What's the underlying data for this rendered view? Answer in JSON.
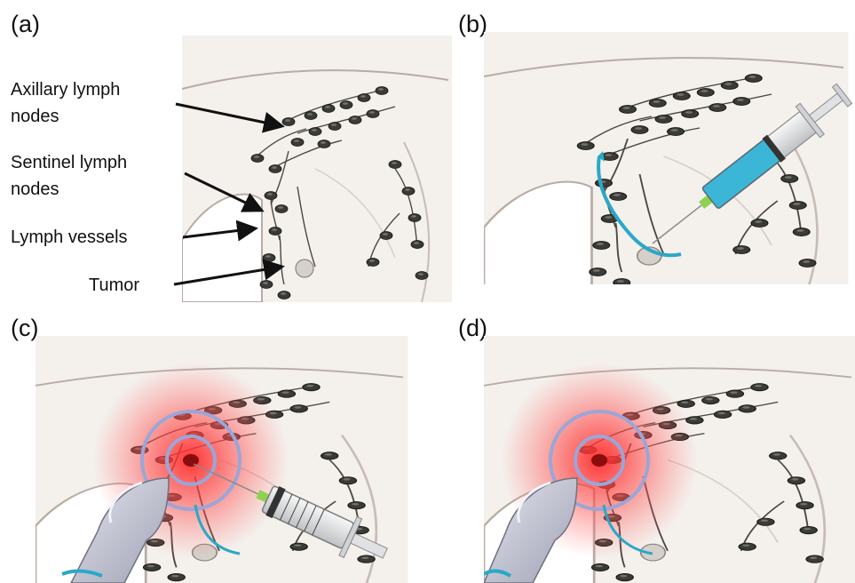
{
  "panels": [
    {
      "letter": "(a)"
    },
    {
      "letter": "(b)"
    },
    {
      "letter": "(c)"
    },
    {
      "letter": "(d)"
    }
  ],
  "labels": {
    "axillary_line1": "Axillary lymph",
    "axillary_line2": "nodes",
    "sentinel_line1": "Sentinel lymph",
    "sentinel_line2": "nodes",
    "vessels": "Lymph vessels",
    "tumor": "Tumor"
  },
  "colors": {
    "skin": "#f4f0ec",
    "outline": "#b8aca4",
    "node": "#3a3a36",
    "tracer": "#2aa8c8",
    "glow": "#ff3b3b",
    "ring": "#9aa6d8",
    "probe": "#c9cad6",
    "syringe_fill": "#3bb6d6"
  },
  "icons": {
    "syringe": "syringe-icon",
    "probe": "ultrasound-probe-icon"
  }
}
